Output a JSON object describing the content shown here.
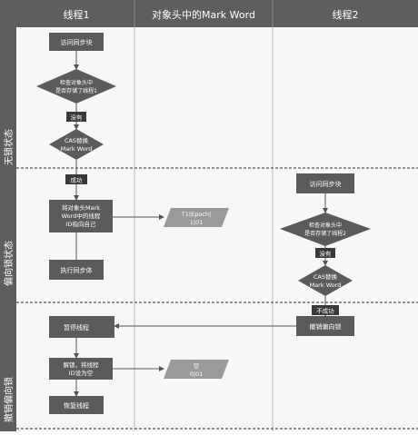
{
  "columns": {
    "thread1": "线程1",
    "markword": "对象头中的Mark Word",
    "thread2": "线程2"
  },
  "rows": {
    "lock_free": "无锁状态",
    "biased": "偏向锁状态",
    "revoke": "撤销偏向锁"
  },
  "thread1": {
    "access_sync": "访问同步块",
    "check_line1": "检查对象头中",
    "check_line2": "是否存储了线程1",
    "no_label": "没有",
    "cas_line1": "CAS替换",
    "cas_line2": "Mark Word",
    "success_label": "成功",
    "point_line1": "将对象头Mark",
    "point_line2": "Word中的线程",
    "point_line3": "ID指向自己",
    "execute_sync": "执行同步体",
    "pause_thread": "暂停线程",
    "unlock_line1": "解锁，将线程",
    "unlock_line2": "ID设为空",
    "resume_thread": "恢复线程"
  },
  "markword": {
    "biased_line1": "T1|Epoch|",
    "biased_line2": "1|01",
    "empty_line1": "空",
    "empty_line2": "0|01"
  },
  "thread2": {
    "access_sync": "访问同步块",
    "check_line1": "检查对象头中",
    "check_line2": "是否存储了线程2",
    "no_label": "没有",
    "cas_line1": "CAS替换",
    "cas_line2": "Mark Word",
    "fail_label": "不成功",
    "revoke_bias": "撤销偏向锁"
  },
  "colors": {
    "header_bg": "#5e5e5e",
    "node_fill": "#5b5b5b",
    "parallelogram_fill": "#9a9a9a",
    "label_bg": "#3a3a3a",
    "row_band": "#5e5e5e",
    "line": "#555555"
  }
}
